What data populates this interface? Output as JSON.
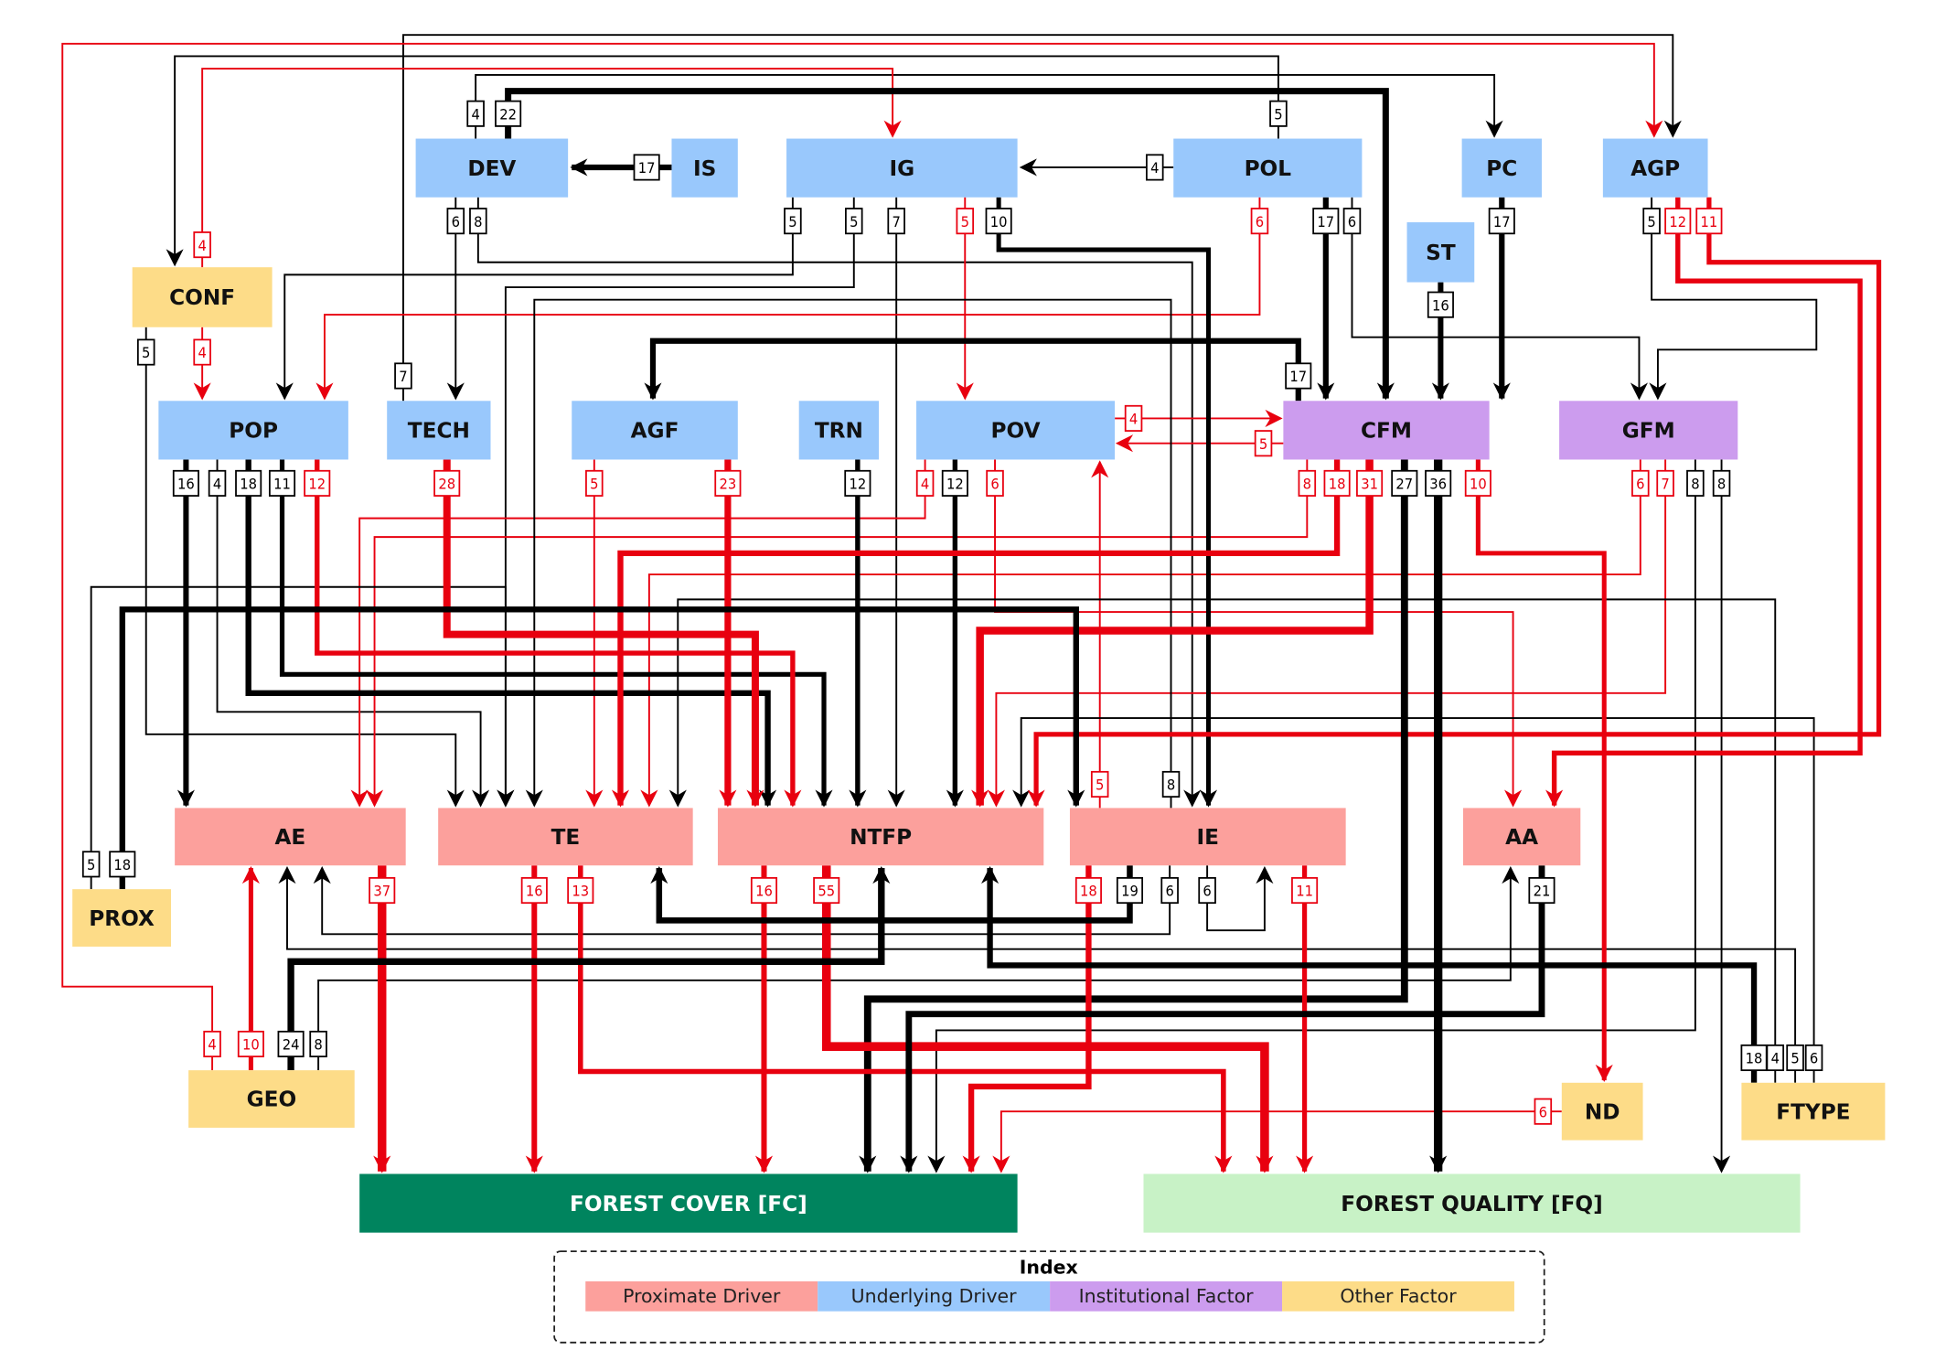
{
  "categories": {
    "proximate": {
      "label": "Proximate Driver",
      "color": "#fca09c"
    },
    "underlying": {
      "label": "Underlying Driver",
      "color": "#99c8fc"
    },
    "institutional": {
      "label": "Institutional Factor",
      "color": "#cc9cee"
    },
    "other": {
      "label": "Other Factor",
      "color": "#fddc88"
    },
    "outcome_cover": {
      "color": "#00845e"
    },
    "outcome_quality": {
      "color": "#c8f2c6"
    }
  },
  "edge_colors": {
    "red": "#e8000f",
    "black": "#000000"
  },
  "nodes": [
    {
      "id": "DEV",
      "label": "DEV",
      "category": "underlying"
    },
    {
      "id": "IS",
      "label": "IS",
      "category": "underlying"
    },
    {
      "id": "IG",
      "label": "IG",
      "category": "underlying"
    },
    {
      "id": "POL",
      "label": "POL",
      "category": "underlying"
    },
    {
      "id": "PC",
      "label": "PC",
      "category": "underlying"
    },
    {
      "id": "AGP",
      "label": "AGP",
      "category": "underlying"
    },
    {
      "id": "ST",
      "label": "ST",
      "category": "underlying"
    },
    {
      "id": "CONF",
      "label": "CONF",
      "category": "other"
    },
    {
      "id": "POP",
      "label": "POP",
      "category": "underlying"
    },
    {
      "id": "TECH",
      "label": "TECH",
      "category": "underlying"
    },
    {
      "id": "AGF",
      "label": "AGF",
      "category": "underlying"
    },
    {
      "id": "TRN",
      "label": "TRN",
      "category": "underlying"
    },
    {
      "id": "POV",
      "label": "POV",
      "category": "underlying"
    },
    {
      "id": "CFM",
      "label": "CFM",
      "category": "institutional"
    },
    {
      "id": "GFM",
      "label": "GFM",
      "category": "institutional"
    },
    {
      "id": "AE",
      "label": "AE",
      "category": "proximate"
    },
    {
      "id": "TE",
      "label": "TE",
      "category": "proximate"
    },
    {
      "id": "NTFP",
      "label": "NTFP",
      "category": "proximate"
    },
    {
      "id": "IE",
      "label": "IE",
      "category": "proximate"
    },
    {
      "id": "AA",
      "label": "AA",
      "category": "proximate"
    },
    {
      "id": "PROX",
      "label": "PROX",
      "category": "other"
    },
    {
      "id": "GEO",
      "label": "GEO",
      "category": "other"
    },
    {
      "id": "ND",
      "label": "ND",
      "category": "other"
    },
    {
      "id": "FTYPE",
      "label": "FTYPE",
      "category": "other"
    },
    {
      "id": "FC",
      "label": "FOREST COVER [FC]",
      "category": "outcome_cover"
    },
    {
      "id": "FQ",
      "label": "FOREST QUALITY [FQ]",
      "category": "outcome_quality"
    }
  ],
  "edges": [
    {
      "from": "IS",
      "to": "DEV",
      "weight": "17",
      "color": "black"
    },
    {
      "from": "POL",
      "to": "IG",
      "weight": "4",
      "color": "black"
    },
    {
      "from": "DEV",
      "to": "PC",
      "weight": "4",
      "color": "black"
    },
    {
      "from": "DEV",
      "to": "CFM",
      "weight": "22",
      "color": "black"
    },
    {
      "from": "POL",
      "to": "CONF",
      "weight": "5",
      "color": "black"
    },
    {
      "from": "TECH",
      "to": "AGP",
      "weight": "7",
      "color": "black"
    },
    {
      "from": "GEO",
      "to": "AGP",
      "weight": "4",
      "color": "red"
    },
    {
      "from": "CONF",
      "to": "IG",
      "weight": "4",
      "color": "red"
    },
    {
      "from": "CONF",
      "to": "POP",
      "weight": "4",
      "color": "red"
    },
    {
      "from": "CONF",
      "to": "TE",
      "weight": "5",
      "color": "black"
    },
    {
      "from": "DEV",
      "to": "TECH",
      "weight": "6",
      "color": "black"
    },
    {
      "from": "DEV",
      "to": "IE",
      "weight": "8",
      "color": "black"
    },
    {
      "from": "IG",
      "to": "POP",
      "weight": "5",
      "color": "black"
    },
    {
      "from": "IG",
      "to": "TE",
      "weight": "5",
      "color": "black"
    },
    {
      "from": "IG",
      "to": "NTFP",
      "weight": "7",
      "color": "black"
    },
    {
      "from": "IG",
      "to": "POV",
      "weight": "5",
      "color": "red"
    },
    {
      "from": "IG",
      "to": "IE",
      "weight": "10",
      "color": "black"
    },
    {
      "from": "POL",
      "to": "POP",
      "weight": "6",
      "color": "red"
    },
    {
      "from": "POL",
      "to": "CFM",
      "weight": "17",
      "color": "black"
    },
    {
      "from": "POL",
      "to": "GFM",
      "weight": "6",
      "color": "black"
    },
    {
      "from": "PC",
      "to": "CFM",
      "weight": "17",
      "color": "black"
    },
    {
      "from": "ST",
      "to": "CFM",
      "weight": "16",
      "color": "black"
    },
    {
      "from": "AGP",
      "to": "GFM",
      "weight": "5",
      "color": "black"
    },
    {
      "from": "AGP",
      "to": "AA",
      "weight": "12",
      "color": "red"
    },
    {
      "from": "AGP",
      "to": "NTFP",
      "weight": "11",
      "color": "red"
    },
    {
      "from": "CFM",
      "to": "AGF",
      "weight": "17",
      "color": "black"
    },
    {
      "from": "POV",
      "to": "CFM",
      "weight": "4",
      "color": "red"
    },
    {
      "from": "CFM",
      "to": "POV",
      "weight": "5",
      "color": "red"
    },
    {
      "from": "POP",
      "to": "AE",
      "weight": "16",
      "color": "black"
    },
    {
      "from": "POP",
      "to": "TE",
      "weight": "4",
      "color": "black"
    },
    {
      "from": "POP",
      "to": "NTFP",
      "weight": "18",
      "color": "black"
    },
    {
      "from": "POP",
      "to": "NTFP",
      "weight": "11",
      "color": "black"
    },
    {
      "from": "POP",
      "to": "NTFP",
      "weight": "12",
      "color": "red"
    },
    {
      "from": "TECH",
      "to": "NTFP",
      "weight": "28",
      "color": "red"
    },
    {
      "from": "AGF",
      "to": "TE",
      "weight": "5",
      "color": "red"
    },
    {
      "from": "AGF",
      "to": "NTFP",
      "weight": "23",
      "color": "red"
    },
    {
      "from": "TRN",
      "to": "NTFP",
      "weight": "12",
      "color": "black"
    },
    {
      "from": "POV",
      "to": "AE",
      "weight": "4",
      "color": "red"
    },
    {
      "from": "POV",
      "to": "NTFP",
      "weight": "12",
      "color": "black"
    },
    {
      "from": "POV",
      "to": "AA",
      "weight": "6",
      "color": "red"
    },
    {
      "from": "CFM",
      "to": "AE",
      "weight": "8",
      "color": "red"
    },
    {
      "from": "CFM",
      "to": "TE",
      "weight": "18",
      "color": "red"
    },
    {
      "from": "CFM",
      "to": "NTFP",
      "weight": "31",
      "color": "red"
    },
    {
      "from": "CFM",
      "to": "FC",
      "weight": "27",
      "color": "black"
    },
    {
      "from": "CFM",
      "to": "FQ",
      "weight": "36",
      "color": "black"
    },
    {
      "from": "CFM",
      "to": "ND",
      "weight": "10",
      "color": "red"
    },
    {
      "from": "GFM",
      "to": "TE",
      "weight": "6",
      "color": "red"
    },
    {
      "from": "GFM",
      "to": "NTFP",
      "weight": "7",
      "color": "red"
    },
    {
      "from": "GFM",
      "to": "FC",
      "weight": "8",
      "color": "black"
    },
    {
      "from": "GFM",
      "to": "FQ",
      "weight": "8",
      "color": "black"
    },
    {
      "from": "PROX",
      "to": "TE",
      "weight": "5",
      "color": "black"
    },
    {
      "from": "PROX",
      "to": "IE",
      "weight": "18",
      "color": "black"
    },
    {
      "from": "AE",
      "to": "FC",
      "weight": "37",
      "color": "red"
    },
    {
      "from": "TE",
      "to": "FC",
      "weight": "16",
      "color": "red"
    },
    {
      "from": "TE",
      "to": "FQ",
      "weight": "13",
      "color": "red"
    },
    {
      "from": "NTFP",
      "to": "FC",
      "weight": "16",
      "color": "red"
    },
    {
      "from": "NTFP",
      "to": "FQ",
      "weight": "55",
      "color": "red"
    },
    {
      "from": "IE",
      "to": "POV",
      "weight": "5",
      "color": "red"
    },
    {
      "from": "IE",
      "to": "TE",
      "weight": "8",
      "color": "black"
    },
    {
      "from": "IE",
      "to": "FC",
      "weight": "18",
      "color": "red"
    },
    {
      "from": "IE",
      "to": "TE",
      "weight": "19",
      "color": "black"
    },
    {
      "from": "IE",
      "to": "AE",
      "weight": "6",
      "color": "black"
    },
    {
      "from": "IE",
      "to": "IE",
      "weight": "6",
      "color": "black"
    },
    {
      "from": "IE",
      "to": "FQ",
      "weight": "11",
      "color": "red"
    },
    {
      "from": "AA",
      "to": "FC",
      "weight": "21",
      "color": "black"
    },
    {
      "from": "GEO",
      "to": "AE",
      "weight": "10",
      "color": "red"
    },
    {
      "from": "GEO",
      "to": "NTFP",
      "weight": "24",
      "color": "black"
    },
    {
      "from": "GEO",
      "to": "AA",
      "weight": "8",
      "color": "black"
    },
    {
      "from": "ND",
      "to": "FC",
      "weight": "6",
      "color": "red"
    },
    {
      "from": "FTYPE",
      "to": "IE",
      "weight": "18",
      "color": "black"
    },
    {
      "from": "FTYPE",
      "to": "TE",
      "weight": "4",
      "color": "black"
    },
    {
      "from": "FTYPE",
      "to": "AE",
      "weight": "5",
      "color": "black"
    },
    {
      "from": "FTYPE",
      "to": "NTFP",
      "weight": "6",
      "color": "black"
    }
  ],
  "legend": {
    "title": "Index",
    "items": [
      "proximate",
      "underlying",
      "institutional",
      "other"
    ]
  }
}
